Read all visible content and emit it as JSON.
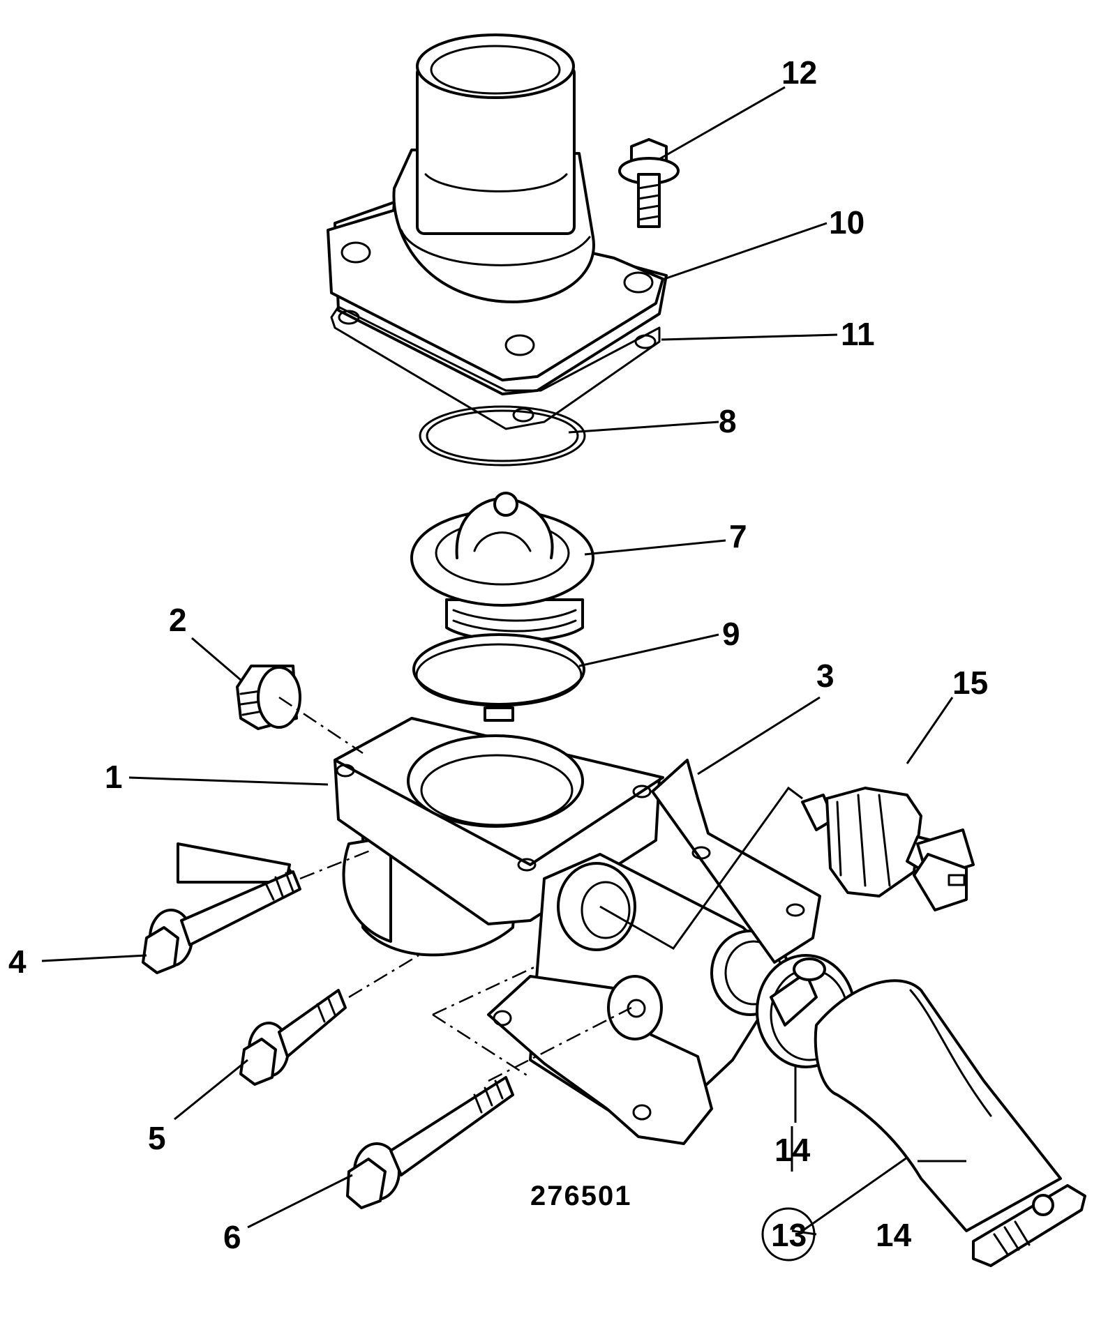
{
  "figure_code": "276501",
  "callouts": [
    {
      "id": "c1",
      "text": "1"
    },
    {
      "id": "c2",
      "text": "2"
    },
    {
      "id": "c3",
      "text": "3"
    },
    {
      "id": "c4",
      "text": "4"
    },
    {
      "id": "c5",
      "text": "5"
    },
    {
      "id": "c6",
      "text": "6"
    },
    {
      "id": "c7",
      "text": "7"
    },
    {
      "id": "c8",
      "text": "8"
    },
    {
      "id": "c9",
      "text": "9"
    },
    {
      "id": "c10",
      "text": "10"
    },
    {
      "id": "c11",
      "text": "11"
    },
    {
      "id": "c12",
      "text": "12"
    },
    {
      "id": "c13",
      "text": "13"
    },
    {
      "id": "c14a",
      "text": "14"
    },
    {
      "id": "c14b",
      "text": "14"
    },
    {
      "id": "c15",
      "text": "15"
    }
  ]
}
